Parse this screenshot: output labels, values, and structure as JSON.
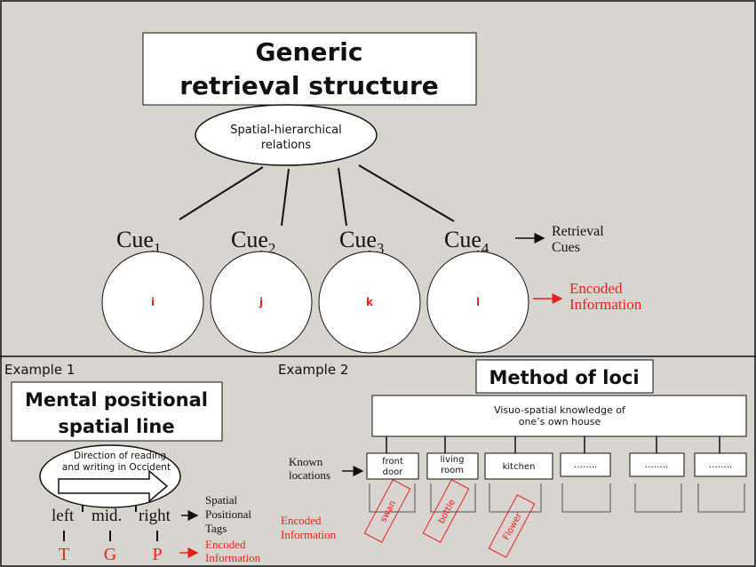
{
  "generic": {
    "title_line1": "Generic",
    "title_line2": "retrieval structure",
    "root_line1": "Spatial-hierarchical",
    "root_line2": "relations",
    "cue_word": "Cue",
    "cues": [
      {
        "sub": "1",
        "item": "i"
      },
      {
        "sub": "2",
        "item": "j"
      },
      {
        "sub": "3",
        "item": "k"
      },
      {
        "sub": "4",
        "item": "l"
      }
    ],
    "retrieval_line1": "Retrieval",
    "retrieval_line2": "Cues",
    "encoded_line1": "Encoded",
    "encoded_line2": "Information"
  },
  "example1": {
    "label": "Example 1",
    "title_line1": "Mental positional",
    "title_line2": "spatial line",
    "direction_line1": "Direction of reading",
    "direction_line2": "and writing in Occident",
    "positions": [
      "left",
      "mid.",
      "right"
    ],
    "items": [
      "T",
      "G",
      "P"
    ],
    "tags_line1": "Spatial",
    "tags_line2": "Positional",
    "tags_line3": "Tags",
    "encoded_line1": "Encoded",
    "encoded_line2": "Information"
  },
  "example2": {
    "label": "Example 2",
    "title": "Method of loci",
    "knowledge_line1": "Visuo-spatial knowledge of",
    "knowledge_line2": "one’s own house",
    "known_line1": "Known",
    "known_line2": "locations",
    "locations": [
      {
        "line1": "front",
        "line2": "door"
      },
      {
        "line1": "living",
        "line2": "room"
      },
      {
        "line1": "kitchen",
        "line2": ""
      },
      {
        "line1": "……..",
        "line2": ""
      },
      {
        "line1": "……..",
        "line2": ""
      },
      {
        "line1": "……..",
        "line2": ""
      }
    ],
    "items": [
      "swan",
      "bottle",
      "Flower"
    ],
    "encoded_line1": "Encoded",
    "encoded_line2": "Information"
  },
  "colors": {
    "background": "#d8d4cf",
    "accent_red": "#e8201c",
    "ink": "#111111"
  }
}
